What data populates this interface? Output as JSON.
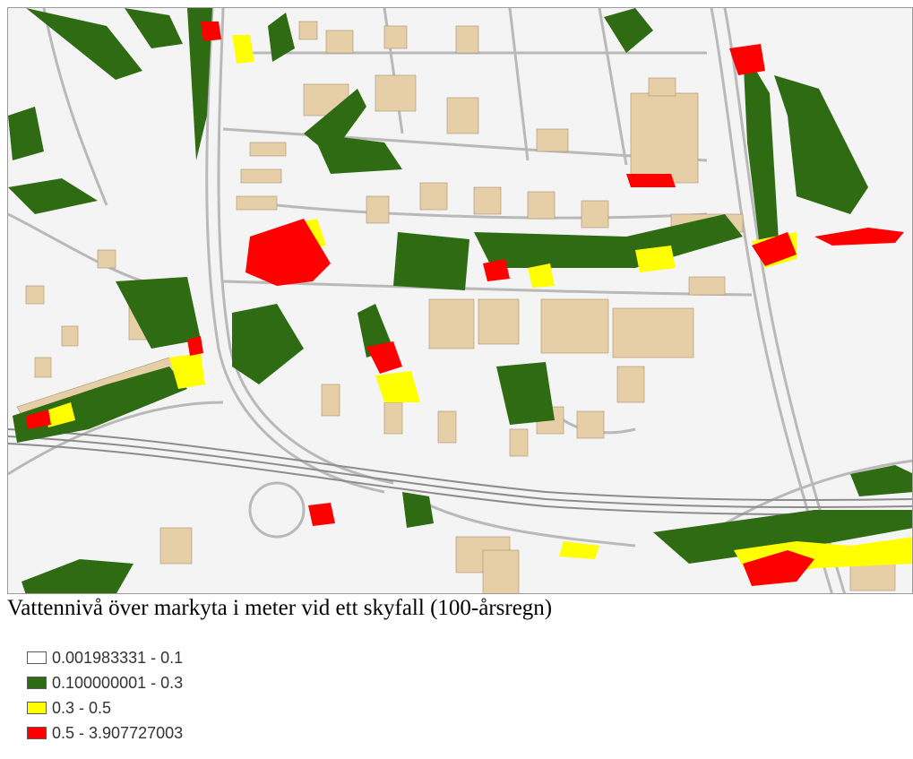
{
  "map": {
    "caption": "Vattennivå över markyta i meter vid ett skyfall (100-årsregn)",
    "colors": {
      "background": "#f4f4f4",
      "roads": "#b9b9b9",
      "buildings": "#e6cfa6",
      "railway": "#8c8c8c"
    }
  },
  "legend": {
    "items": [
      {
        "label": "0.001983331 - 0.1",
        "color": "#ffffff"
      },
      {
        "label": "0.100000001 - 0.3",
        "color": "#2e6b12"
      },
      {
        "label": "0.3 - 0.5",
        "color": "#ffff00"
      },
      {
        "label": "0.5 - 3.907727003",
        "color": "#ff0000"
      }
    ]
  }
}
